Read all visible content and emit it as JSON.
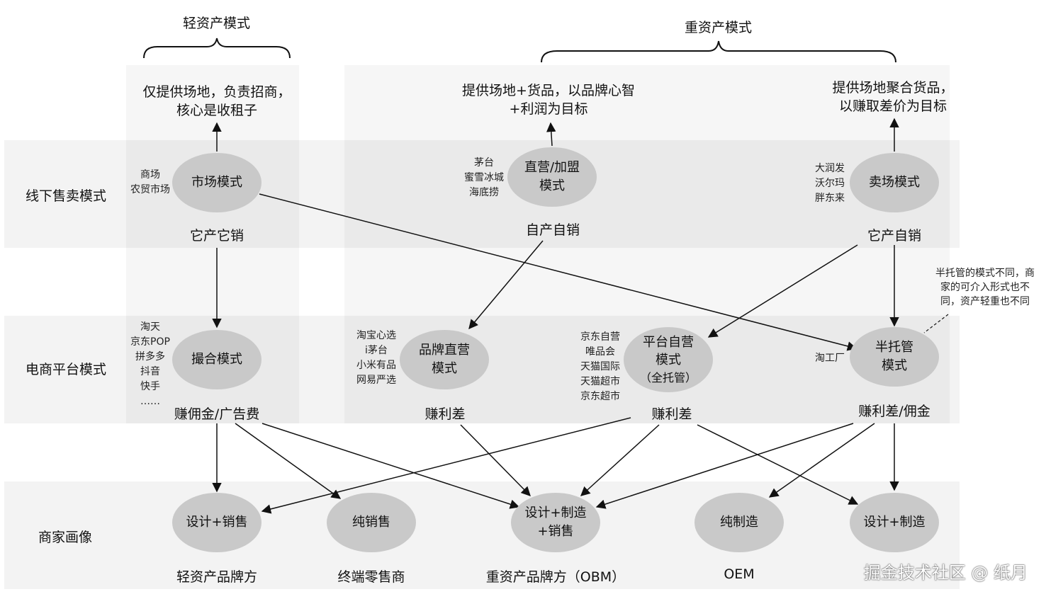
{
  "headers": {
    "light_asset": "轻资产模式",
    "heavy_asset": "重资产模式"
  },
  "rows": {
    "offline": "线下售卖模式",
    "ecommerce": "电商平台模式",
    "merchant": "商家画像"
  },
  "goals": {
    "market": [
      "仅提供场地，负责招商，",
      "核心是收租子"
    ],
    "direct": [
      "提供场地+货品，以品牌心智",
      "+利润为目标"
    ],
    "store": [
      "提供场地聚合货品，",
      "以赚取差价为目标"
    ]
  },
  "offline_nodes": {
    "market": {
      "label": [
        "市场模式"
      ],
      "examples": [
        "商场",
        "农贸市场"
      ],
      "caption": "它产它销"
    },
    "direct": {
      "label": [
        "直营/加盟",
        "模式"
      ],
      "examples": [
        "茅台",
        "蜜雪冰城",
        "海底捞"
      ],
      "caption": "自产自销"
    },
    "store": {
      "label": [
        "卖场模式"
      ],
      "examples": [
        "大润发",
        "沃尔玛",
        "胖东来"
      ],
      "caption": "它产自销"
    }
  },
  "ecommerce_nodes": {
    "matchmaking": {
      "label": [
        "撮合模式"
      ],
      "examples": [
        "淘天",
        "京东POP",
        "拼多多",
        "抖音",
        "快手",
        "……"
      ],
      "caption": "赚佣金/广告费"
    },
    "brand_direct": {
      "label": [
        "品牌直营",
        "模式"
      ],
      "examples": [
        "淘宝心选",
        "i茅台",
        "小米有品",
        "网易严选"
      ],
      "caption": "赚利差"
    },
    "platform_self": {
      "label": [
        "平台自营",
        "模式",
        "（全托管）"
      ],
      "examples": [
        "京东自营",
        "唯品会",
        "天猫国际",
        "天猫超市",
        "京东超市"
      ],
      "caption": "赚利差"
    },
    "semi_managed": {
      "label": [
        "半托管",
        "模式"
      ],
      "examples": [
        "淘工厂"
      ],
      "caption": "赚利差/佣金"
    }
  },
  "semi_note": [
    "半托管的模式不同，商",
    "家的可介入形式也不",
    "同，资产轻重也不同"
  ],
  "merchant_nodes": {
    "design_sales": {
      "label": [
        "设计+销售"
      ],
      "caption": "轻资产品牌方"
    },
    "pure_sales": {
      "label": [
        "纯销售"
      ],
      "caption": "终端零售商"
    },
    "design_mfg_sales": {
      "label": [
        "设计+制造",
        "+销售"
      ],
      "caption": "重资产品牌方（OBM）"
    },
    "pure_mfg": {
      "label": [
        "纯制造"
      ],
      "caption": "OEM"
    },
    "design_mfg": {
      "label": [
        "设计+制造"
      ],
      "caption": ""
    }
  },
  "watermark": "掘金技术社区 @ 纸月"
}
